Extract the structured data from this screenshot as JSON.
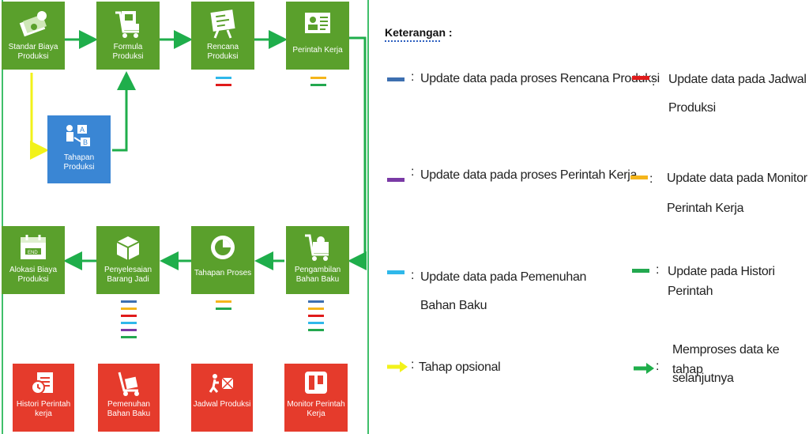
{
  "colors": {
    "tile_green": "#5aa02c",
    "tile_blue": "#3a86d4",
    "tile_red": "#e53b2c",
    "flow_green": "#1fae4b",
    "optional_yellow": "#f2f21a",
    "update_rencana": "#3d6fb0",
    "update_jadwal": "#e01b1b",
    "update_perintah": "#7a3aa5",
    "update_monitor": "#f5b51b",
    "update_pemenuhan": "#2fb8ea",
    "update_histori": "#23a84f"
  },
  "tiles": {
    "standar_biaya": {
      "label": "Standar Biaya Produksi",
      "icon": "money-icon"
    },
    "formula": {
      "label": "Formula Produksi",
      "icon": "cart-formula-icon"
    },
    "rencana": {
      "label": "Rencana Produksi",
      "icon": "board-icon"
    },
    "perintah": {
      "label": "Perintah Kerja",
      "icon": "id-card-icon"
    },
    "tahapan_produksi": {
      "label": "Tahapan Produksi",
      "icon": "steps-ab-icon"
    },
    "alokasi": {
      "label": "Alokasi Biaya Produksi",
      "icon": "calendar-end-icon"
    },
    "penyelesaian": {
      "label": "Penyelesaian Barang Jadi",
      "icon": "box-icon"
    },
    "tahapan_proses": {
      "label": "Tahapan Proses",
      "icon": "timer-icon"
    },
    "pengambilan": {
      "label": "Pengambilan Bahan Baku",
      "icon": "trolley-icon"
    },
    "histori": {
      "label": "Histori Perintah kerja",
      "icon": "history-doc-icon"
    },
    "pemenuhan": {
      "label": "Pemenuhan Bahan Baku",
      "icon": "handcart-icon"
    },
    "jadwal": {
      "label": "Jadwal Produksi",
      "icon": "delivery-icon"
    },
    "monitor": {
      "label": "Monitor Perintah Kerja",
      "icon": "kanban-icon"
    }
  },
  "legend": {
    "title": "Keterangan :",
    "items": {
      "rencana": "Update data pada proses Rencana Produksi",
      "jadwal_1": "Update data pada Jadwal",
      "jadwal_2": "Produksi",
      "perintah": "Update data pada proses Perintah Kerja",
      "monitor_1": "Update data pada Monitor",
      "monitor_2": "Perintah Kerja",
      "pemenuhan_1": "Update data pada Pemenuhan",
      "pemenuhan_2": "Bahan Baku",
      "histori": "Update pada Histori Perintah",
      "opsional": "Tahap opsional",
      "memproses_1": "Memproses data ke tahap",
      "memproses_2": "selanjutnya"
    },
    "colon": ":"
  }
}
